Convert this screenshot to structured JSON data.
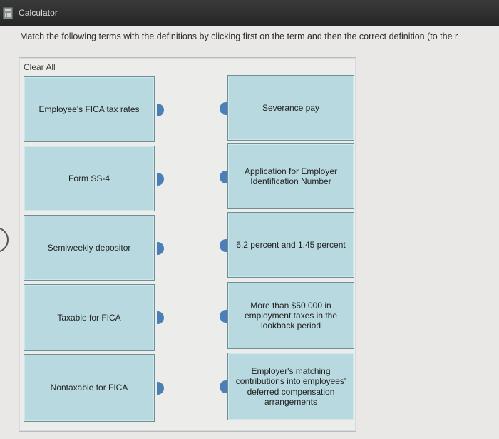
{
  "header": {
    "calculator_label": "Calculator"
  },
  "instructions": "Match the following terms with the definitions by clicking first on the term and then the correct definition (to the r",
  "controls": {
    "clear_all": "Clear All"
  },
  "terms": [
    "Employee's FICA tax rates",
    "Form SS-4",
    "Semiweekly depositor",
    "Taxable for FICA",
    "Nontaxable for FICA"
  ],
  "definitions": [
    "Severance pay",
    "Application for Employer Identification Number",
    "6.2 percent and 1.45 percent",
    "More than $50,000 in employment taxes in the lookback period",
    "Employer's matching contributions into employees' deferred compensation arrangements"
  ],
  "colors": {
    "card_fill": "#b7d9df",
    "handle": "#4b7fb8",
    "top_bar": "#2e2e2e"
  }
}
